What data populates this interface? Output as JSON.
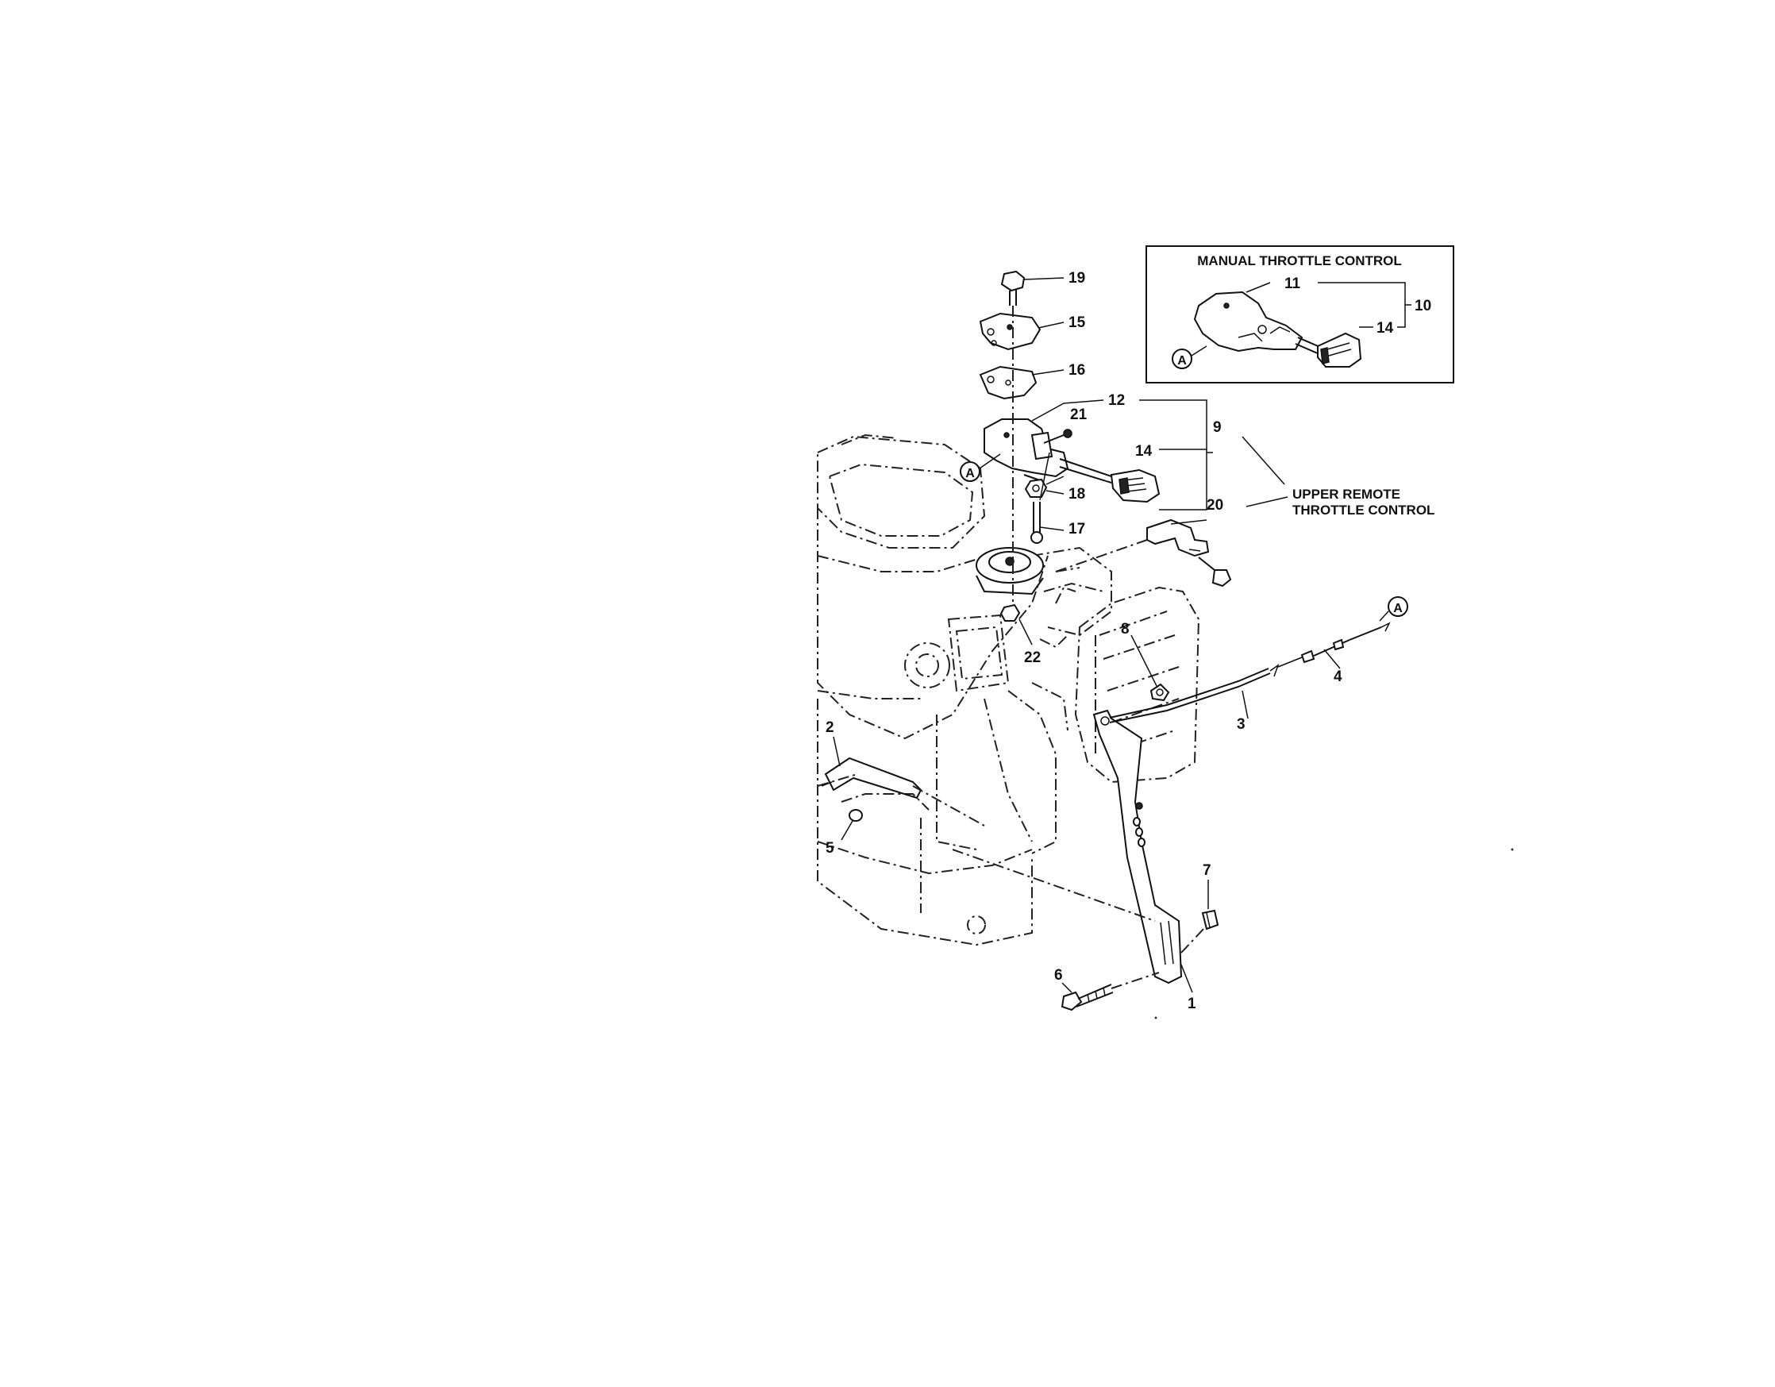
{
  "inset": {
    "title": "MANUAL THROTTLE CONTROL",
    "callouts": {
      "c11": "11",
      "c10": "10",
      "c14": "14",
      "ref_a": "A"
    }
  },
  "annotation": {
    "upper_remote_line1": "UPPER REMOTE",
    "upper_remote_line2": "THROTTLE CONTROL"
  },
  "callouts": {
    "c1": "1",
    "c2": "2",
    "c3": "3",
    "c4": "4",
    "c5": "5",
    "c6": "6",
    "c7": "7",
    "c8": "8",
    "c9": "9",
    "c12": "12",
    "c14": "14",
    "c15": "15",
    "c16": "16",
    "c17": "17",
    "c18": "18",
    "c19": "19",
    "c20": "20",
    "c21": "21",
    "c22": "22"
  },
  "refs": {
    "a_plate": "A",
    "a_cable": "A"
  }
}
